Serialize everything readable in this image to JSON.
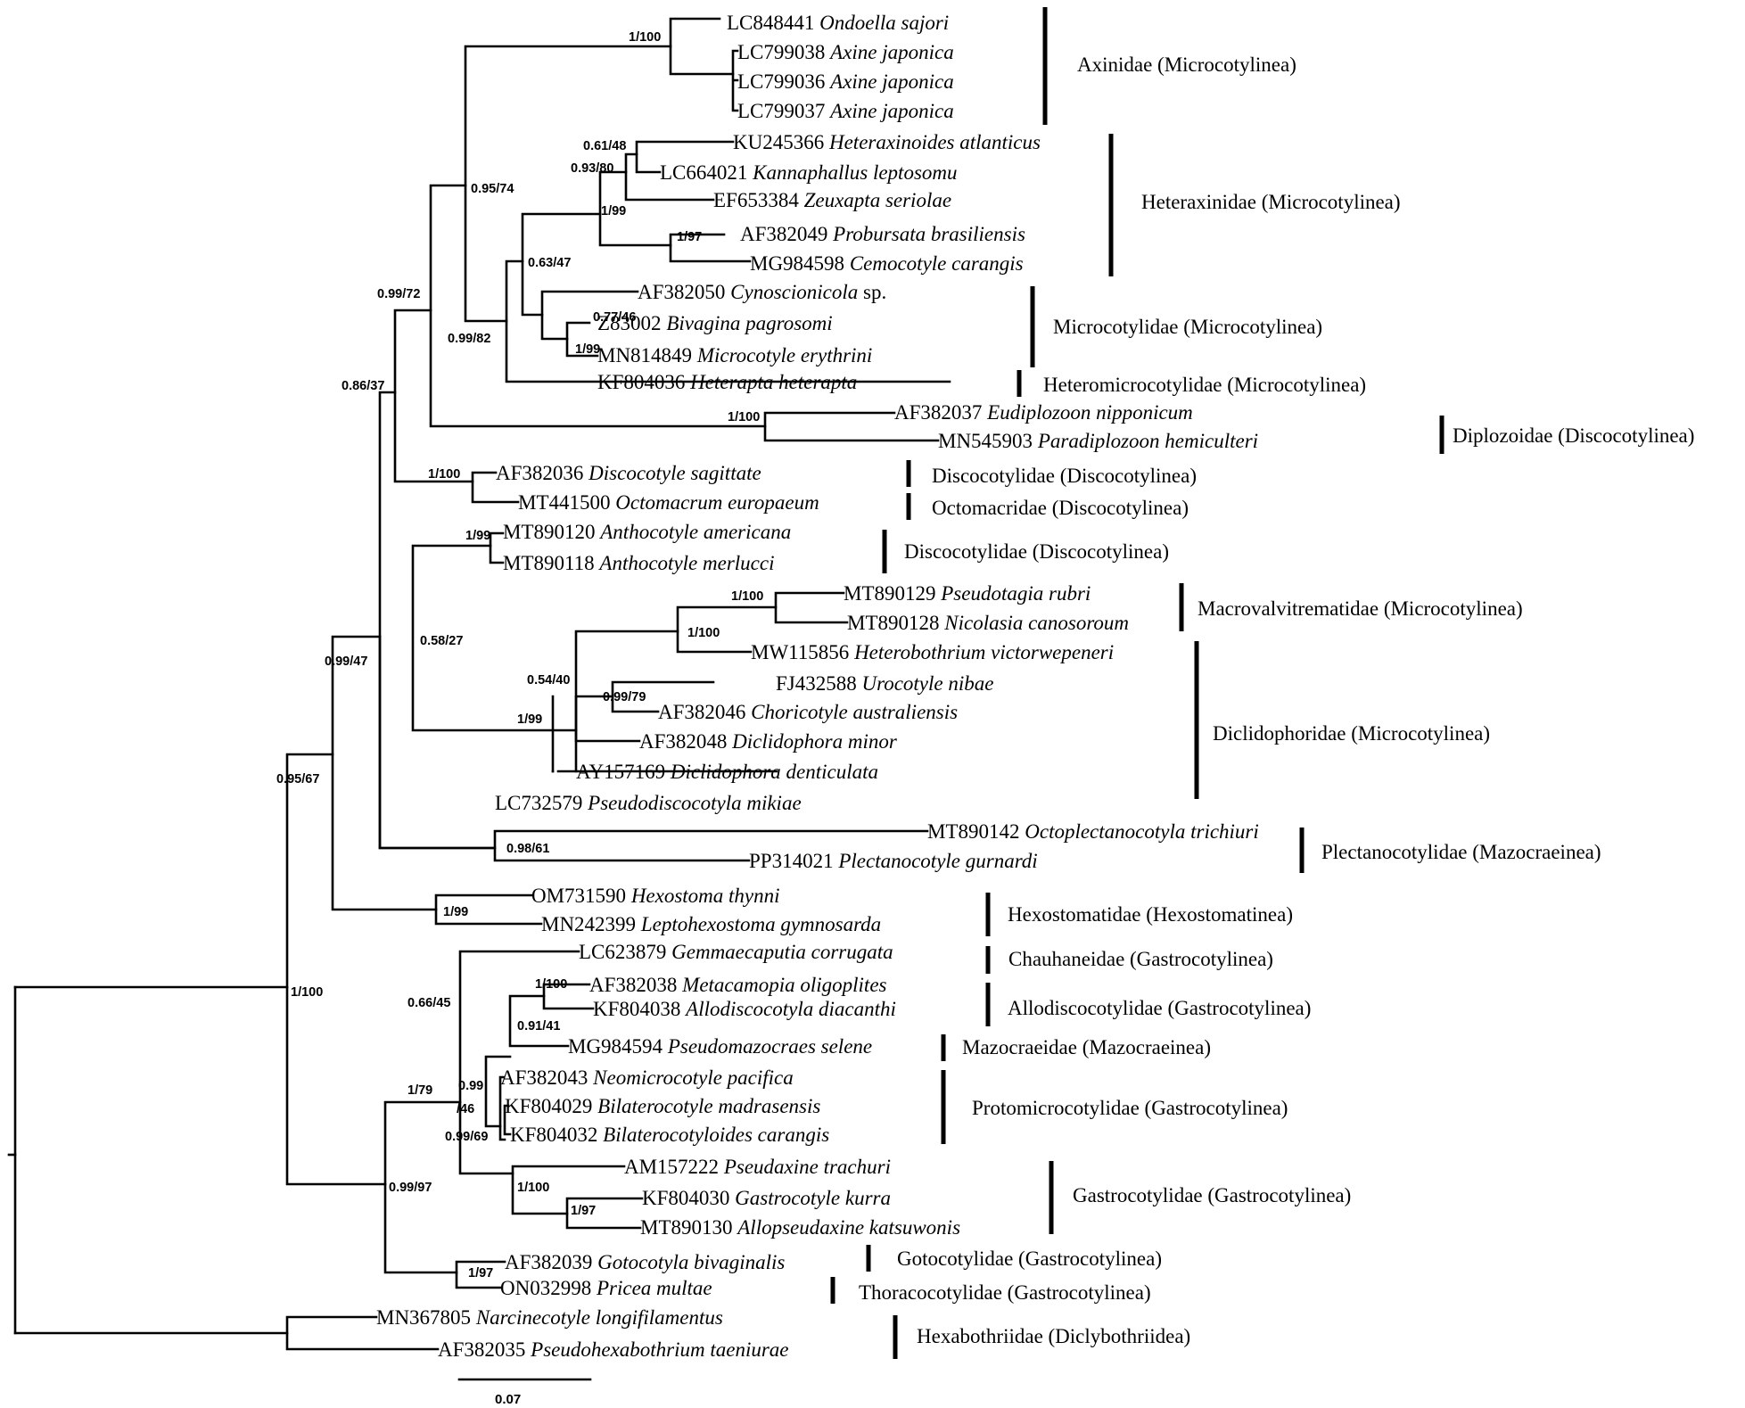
{
  "tips": [
    {
      "acc": "LC848441",
      "species": "Ondoella sajori"
    },
    {
      "acc": "LC799038",
      "species": "Axine japonica"
    },
    {
      "acc": "LC799036",
      "species": "Axine japonica"
    },
    {
      "acc": "LC799037",
      "species": "Axine japonica"
    },
    {
      "acc": "KU245366",
      "species": "Heteraxinoides atlanticus"
    },
    {
      "acc": "LC664021",
      "species": "Kannaphallus leptosomu"
    },
    {
      "acc": "EF653384",
      "species": "Zeuxapta seriolae"
    },
    {
      "acc": "AF382049",
      "species": "Probursata brasiliensis"
    },
    {
      "acc": "MG984598",
      "species": "Cemocotyle carangis"
    },
    {
      "acc": "AF382050",
      "species": "Cynoscionicola",
      "suffix": " sp."
    },
    {
      "acc": "Z83002",
      "species": "Bivagina pagrosomi"
    },
    {
      "acc": "MN814849",
      "species": "Microcotyle erythrini"
    },
    {
      "acc": "KF804036",
      "species": "Heterapta heterapta"
    },
    {
      "acc": "AF382037",
      "species": "Eudiplozoon nipponicum"
    },
    {
      "acc": "MN545903",
      "species": "Paradiplozoon hemiculteri"
    },
    {
      "acc": "AF382036",
      "species": "Discocotyle sagittate"
    },
    {
      "acc": "MT441500",
      "species": "Octomacrum europaeum"
    },
    {
      "acc": "MT890120",
      "species": "Anthocotyle americana"
    },
    {
      "acc": "MT890118",
      "species": "Anthocotyle merlucci"
    },
    {
      "acc": "MT890129",
      "species": "Pseudotagia rubri"
    },
    {
      "acc": "MT890128",
      "species": "Nicolasia canosoroum"
    },
    {
      "acc": "MW115856",
      "species": "Heterobothrium victorwepeneri"
    },
    {
      "acc": "FJ432588",
      "species": "Urocotyle nibae"
    },
    {
      "acc": "AF382046",
      "species": "Choricotyle australiensis"
    },
    {
      "acc": "AF382048",
      "species": "Diclidophora minor"
    },
    {
      "acc": "AY157169",
      "species": "Diclidophora denticulata"
    },
    {
      "acc": "LC732579",
      "species": "Pseudodiscocotyla mikiae"
    },
    {
      "acc": "MT890142",
      "species": "Octoplectanocotyla trichiuri"
    },
    {
      "acc": "PP314021",
      "species": "Plectanocotyle gurnardi"
    },
    {
      "acc": "OM731590",
      "species": "Hexostoma thynni"
    },
    {
      "acc": "MN242399",
      "species": "Leptohexostoma gymnosarda"
    },
    {
      "acc": "LC623879",
      "species": "Gemmaecaputia corrugata"
    },
    {
      "acc": "AF382038",
      "species": "Metacamopia oligoplites"
    },
    {
      "acc": "KF804038",
      "species": "Allodiscocotyla diacanthi"
    },
    {
      "acc": "MG984594",
      "species": "Pseudomazocraes selene"
    },
    {
      "acc": "AF382043",
      "species": "Neomicrocotyle pacifica"
    },
    {
      "acc": "KF804029",
      "species": "Bilaterocotyle madrasensis"
    },
    {
      "acc": "KF804032",
      "species": "Bilaterocotyloides carangis"
    },
    {
      "acc": "AM157222",
      "species": "Pseudaxine trachuri"
    },
    {
      "acc": "KF804030",
      "species": "Gastrocotyle kurra"
    },
    {
      "acc": "MT890130",
      "species": "Allopseudaxine katsuwonis"
    },
    {
      "acc": "AF382039",
      "species": "Gotocotyla bivaginalis"
    },
    {
      "acc": "ON032998",
      "species": "Pricea multae"
    },
    {
      "acc": "MN367805",
      "species": "Narcinecotyle longifilamentus"
    },
    {
      "acc": "AF382035",
      "species": "Pseudohexabothrium taeniurae"
    }
  ],
  "families": [
    "Axinidae (Microcotylinea)",
    "Heteraxinidae (Microcotylinea)",
    "Microcotylidae (Microcotylinea)",
    "Heteromicrocotylidae (Microcotylinea)",
    "Diplozoidae (Discocotylinea)",
    "Discocotylidae (Discocotylinea)",
    "Octomacridae (Discocotylinea)",
    "Discocotylidae (Discocotylinea)",
    "Macrovalvitrematidae (Microcotylinea)",
    "Diclidophoridae (Microcotylinea)",
    "Plectanocotylidae (Mazocraeinea)",
    "Hexostomatidae (Hexostomatinea)",
    "Chauhaneidae (Gastrocotylinea)",
    "Allodiscocotylidae (Gastrocotylinea)",
    "Mazocraeidae (Mazocraeinea)",
    "Protomicrocotylidae (Gastrocotylinea)",
    "Gastrocotylidae (Gastrocotylinea)",
    "Gotocotylidae (Gastrocotylinea)",
    "Thoracocotylidae (Gastrocotylinea)",
    "Hexabothriidae (Diclybothriidea)"
  ],
  "supports": [
    "1/100",
    "0.61/48",
    "0.93/80",
    "0.95/74",
    "1/99",
    "1/97",
    "0.63/47",
    "0.99/72",
    "0.77/46",
    "1/99",
    "0.99/82",
    "0.86/37",
    "1/100",
    "1/100",
    "1/99",
    "1/100",
    "1/100",
    "0.58/27",
    "0.54/40",
    "0.99/79",
    "1/99",
    "0.99/47",
    "0.98/61",
    "0.95/67",
    "1/99",
    "1/100",
    "1/100",
    "0.66/45",
    "0.91/41",
    "0.99",
    "/46",
    "0.99/69",
    "1/79",
    "1/100",
    "1/97",
    "0.99/97",
    "1/97"
  ],
  "scale_bar": {
    "label": "0.07"
  }
}
